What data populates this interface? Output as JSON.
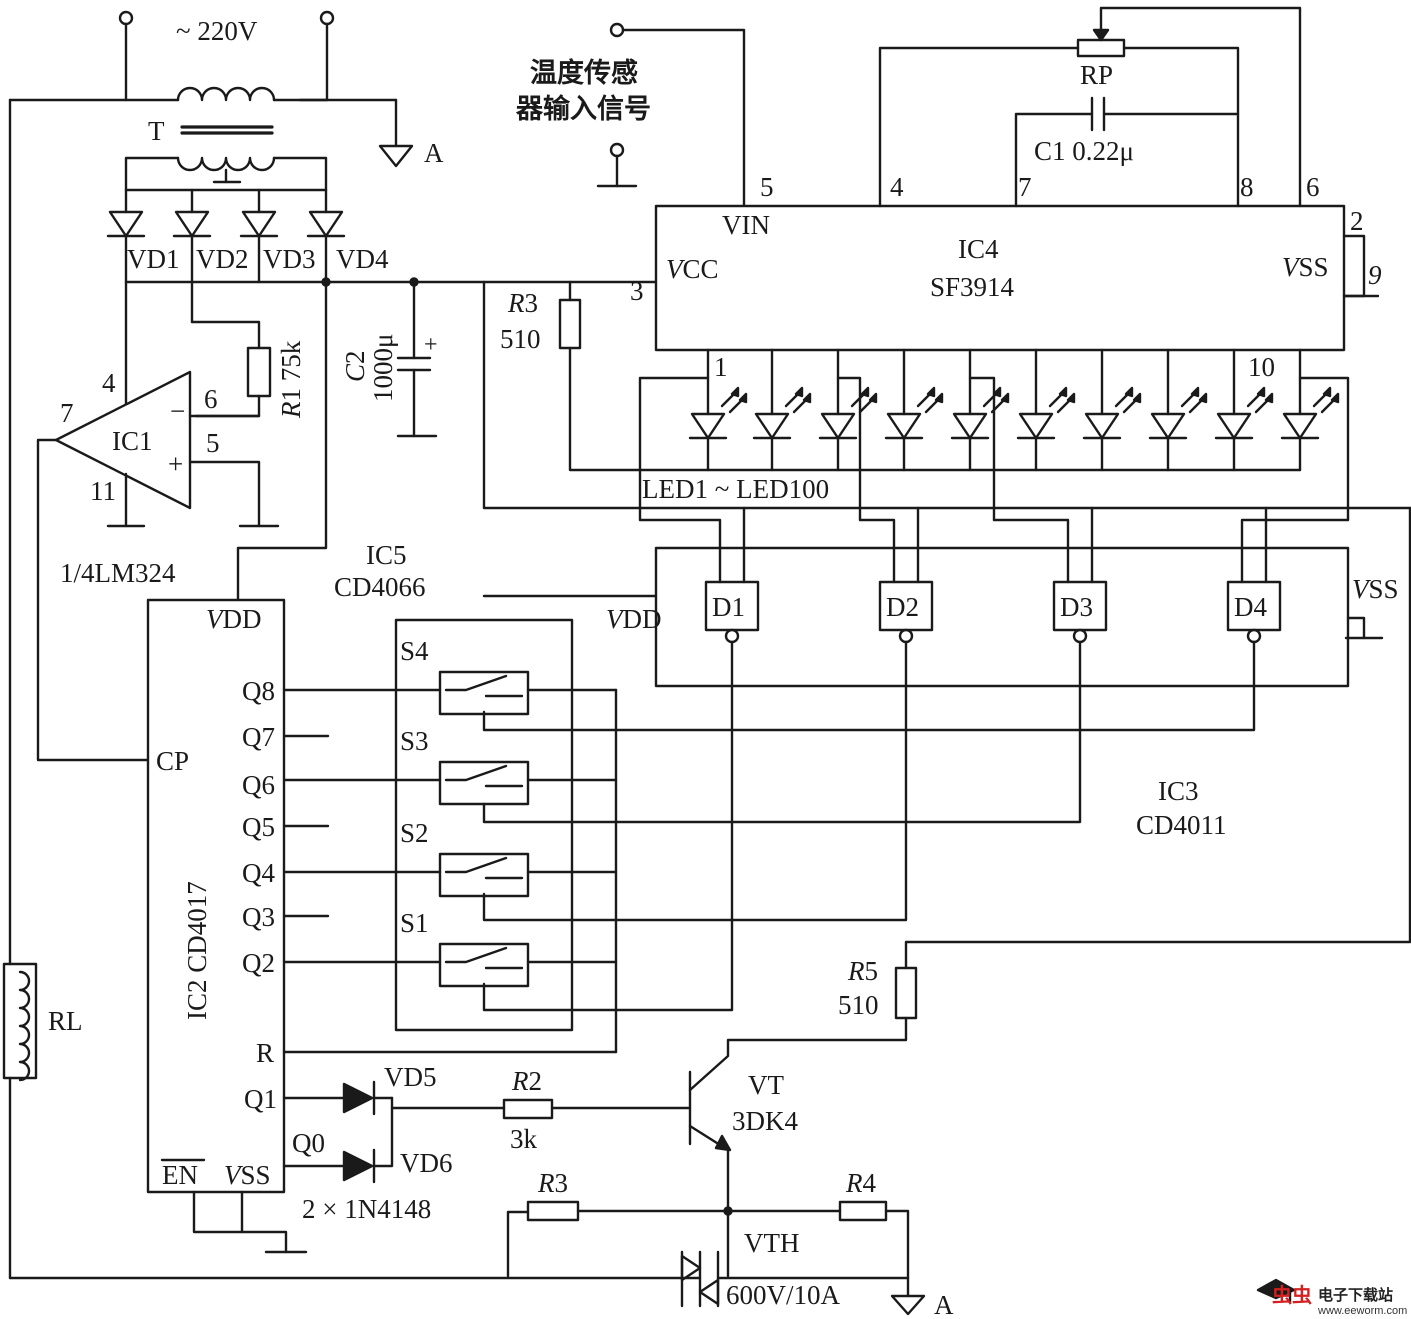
{
  "power": {
    "voltage": "~ 220V",
    "transformer": "T",
    "ground_a": "A"
  },
  "sensor": {
    "line1": "温度传感",
    "line2": "器输入信号"
  },
  "ic4": {
    "name": "IC4",
    "part": "SF3914",
    "vin": "VIN",
    "vcc": "V",
    "vcc_sub": "CC",
    "vss": "V",
    "vss_sub": "SS",
    "pins": {
      "p1": "1",
      "p2": "2",
      "p3": "3",
      "p4": "4",
      "p5": "5",
      "p6": "6",
      "p7": "7",
      "p8": "8",
      "p9": "9",
      "p10": "10"
    }
  },
  "rp": "RP",
  "c1": {
    "name": "C1",
    "value": "0.22μ"
  },
  "rectifier": {
    "vd1": "VD1",
    "vd2": "VD2",
    "vd3": "VD3",
    "vd4": "VD4"
  },
  "r1": {
    "name": "R",
    "sub": "1",
    "value": "75k"
  },
  "c2": {
    "name": "C",
    "sub": "2",
    "value": "1000μ"
  },
  "r3_top": {
    "name": "R",
    "sub": "3",
    "value": "510"
  },
  "ic1": {
    "name": "IC1",
    "part": "1/4LM324",
    "pin4": "4",
    "pin5": "5",
    "pin6": "6",
    "pin7": "7",
    "pin11": "11",
    "minus": "−",
    "plus": "+"
  },
  "leds": {
    "label": "LED1 ~ LED100",
    "pin1": "1",
    "pin10": "10"
  },
  "ic5": {
    "name": "IC5",
    "part": "CD4066",
    "s1": "S1",
    "s2": "S2",
    "s3": "S3",
    "s4": "S4"
  },
  "ic3": {
    "name": "IC3",
    "part": "CD4011",
    "vdd": "V",
    "vdd_sub": "DD",
    "vss": "V",
    "vss_sub": "SS",
    "gates": [
      "D1",
      "D2",
      "D3",
      "D4"
    ]
  },
  "ic2": {
    "name": "IC2 CD4017",
    "vdd": "V",
    "vdd_sub": "DD",
    "cp": "CP",
    "outputs": [
      "Q8",
      "Q7",
      "Q6",
      "Q5",
      "Q4",
      "Q3",
      "Q2"
    ],
    "reset": "R",
    "q1": "Q1",
    "q0": "Q0",
    "en": "EN",
    "vss": "V",
    "vss_sub": "SS"
  },
  "rl": "RL",
  "diodes": {
    "vd5": "VD5",
    "vd6": "VD6",
    "note": "2 × 1N4148"
  },
  "r2": {
    "name": "R",
    "sub": "2",
    "value": "3k"
  },
  "r3_bot": {
    "name": "R",
    "sub": "3"
  },
  "r4": {
    "name": "R",
    "sub": "4"
  },
  "r5": {
    "name": "R",
    "sub": "5",
    "value": "510"
  },
  "vt": {
    "name": "VT",
    "part": "3DK4"
  },
  "vth": {
    "name": "VTH",
    "rating": "600V/10A",
    "ground": "A"
  },
  "watermark": {
    "brand": "虫虫",
    "site_cn": "电子下载站",
    "url": "www.eeworm.com"
  }
}
